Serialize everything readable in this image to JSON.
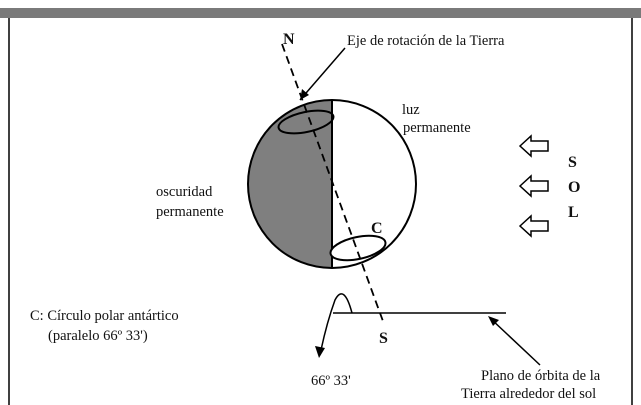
{
  "labels": {
    "north": "N",
    "south": "S",
    "axis": "Eje de rotación de la Tierra",
    "light_line1": "luz",
    "light_line2": "permanente",
    "dark_line1": "oscuridad",
    "dark_line2": "permanente",
    "circle_mark": "C",
    "legend_line1": "C: Círculo polar antártico",
    "legend_line2": "(paralelo 66º 33')",
    "angle": "66º 33'",
    "orbit_line1": "Plano de órbita de la",
    "orbit_line2": "Tierra alrededor del sol"
  },
  "sun": {
    "letters": [
      "S",
      "O",
      "L"
    ]
  },
  "colors": {
    "frame_bar": "#7a7a7a",
    "night_fill": "#7f7f7f",
    "stroke": "#000000"
  },
  "icons": {
    "sun_rays": "arrow-left-outline",
    "angle": "curved-arrow"
  }
}
